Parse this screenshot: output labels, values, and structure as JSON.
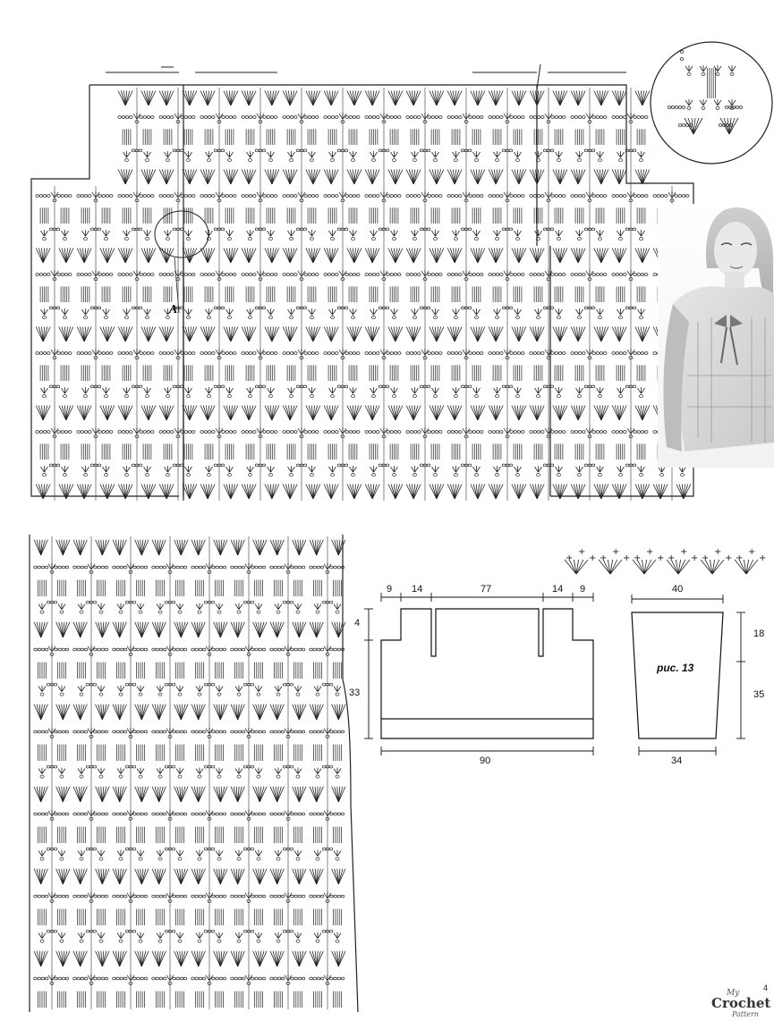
{
  "schematic_body": {
    "section_marker": "A"
  },
  "schema": {
    "top_dims": [
      "9",
      "14",
      "77",
      "14",
      "9"
    ],
    "bottom_width": "90",
    "side_dims": [
      "4",
      "33"
    ]
  },
  "sleeve": {
    "top_width": "40",
    "bottom_width": "34",
    "side_dims": [
      "18",
      "35"
    ],
    "fig_label": "рис. 13"
  },
  "watermark": {
    "line1": "My",
    "line2": "Crochet",
    "line3": "Pattern"
  },
  "page_number": "4",
  "icons": {
    "stitch_chart": "crochet-stitch-chart",
    "detail": "magnified-detail-circle",
    "photo": "model-photo",
    "edging": "edging-chart"
  }
}
